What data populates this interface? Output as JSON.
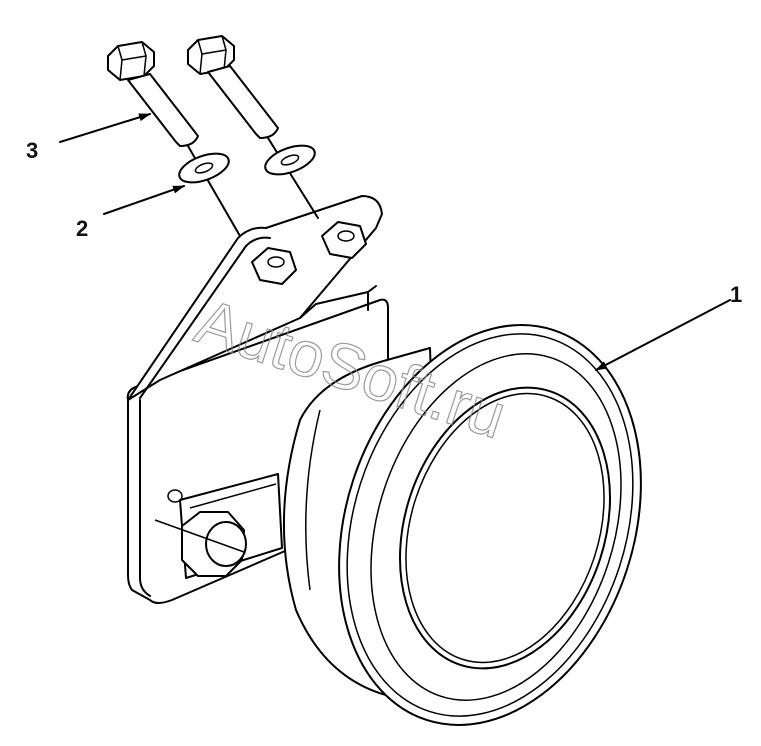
{
  "callouts": {
    "c1": "1",
    "c2": "2",
    "c3": "3"
  },
  "watermark": "AutoSoft.ru",
  "colors": {
    "ink": "#000000",
    "background": "#ffffff",
    "watermark": "#8a8a8a"
  }
}
